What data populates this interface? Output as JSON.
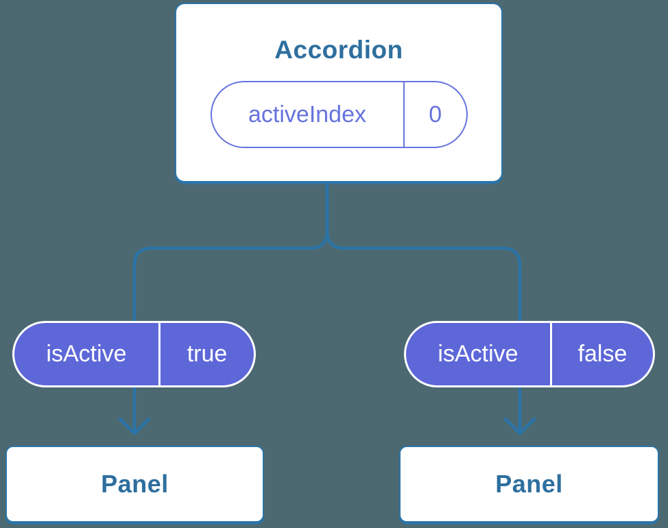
{
  "colors": {
    "background": "#4c6972",
    "line": "#2b74a8",
    "node-fill": "#ffffff",
    "node-text": "#2e6f9e",
    "pill-fill": "#5d67d8",
    "pill-text": "#ffffff",
    "state-outline": "#6673dd"
  },
  "root_node": {
    "title": "Accordion",
    "state": {
      "name": "activeIndex",
      "value": "0"
    }
  },
  "children": [
    {
      "prop_name": "isActive",
      "prop_value": "true",
      "label": "Panel"
    },
    {
      "prop_name": "isActive",
      "prop_value": "false",
      "label": "Panel"
    }
  ]
}
